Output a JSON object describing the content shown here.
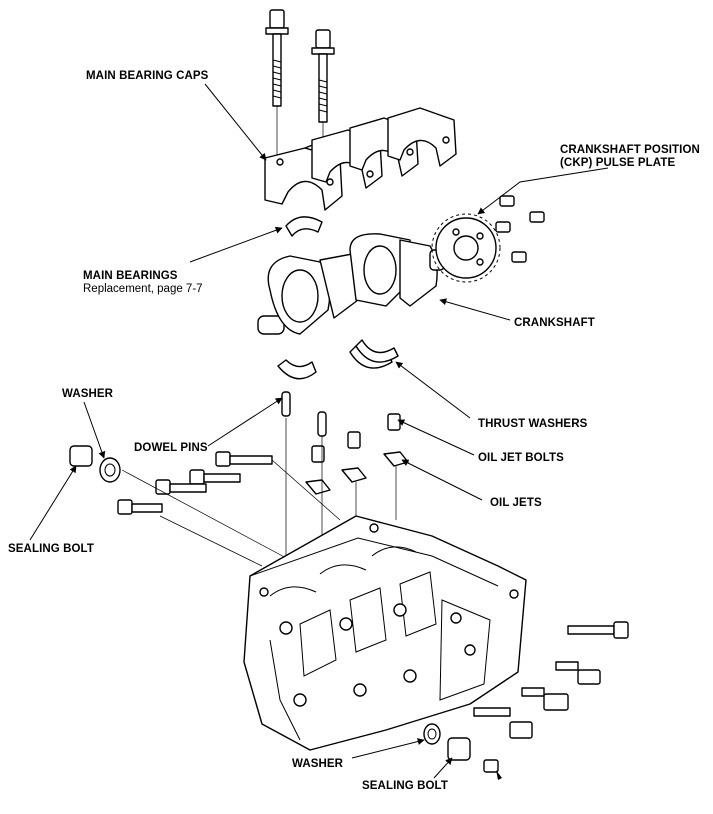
{
  "labels": {
    "main_bearing_caps": "MAIN BEARING CAPS",
    "ckp_line1": "CRANKSHAFT POSITION",
    "ckp_line2": "(CKP) PULSE PLATE",
    "main_bearings": "MAIN BEARINGS",
    "main_bearings_note": "Replacement, page 7-7",
    "crankshaft": "CRANKSHAFT",
    "thrust_washers": "THRUST WASHERS",
    "washer_top": "WASHER",
    "dowel_pins": "DOWEL PINS",
    "oil_jet_bolts": "OIL JET BOLTS",
    "oil_jets": "OIL JETS",
    "sealing_bolt_left": "SEALING BOLT",
    "washer_bottom": "WASHER",
    "sealing_bolt_bottom": "SEALING BOLT"
  },
  "icons": {
    "arrow": "arrow-icon"
  }
}
